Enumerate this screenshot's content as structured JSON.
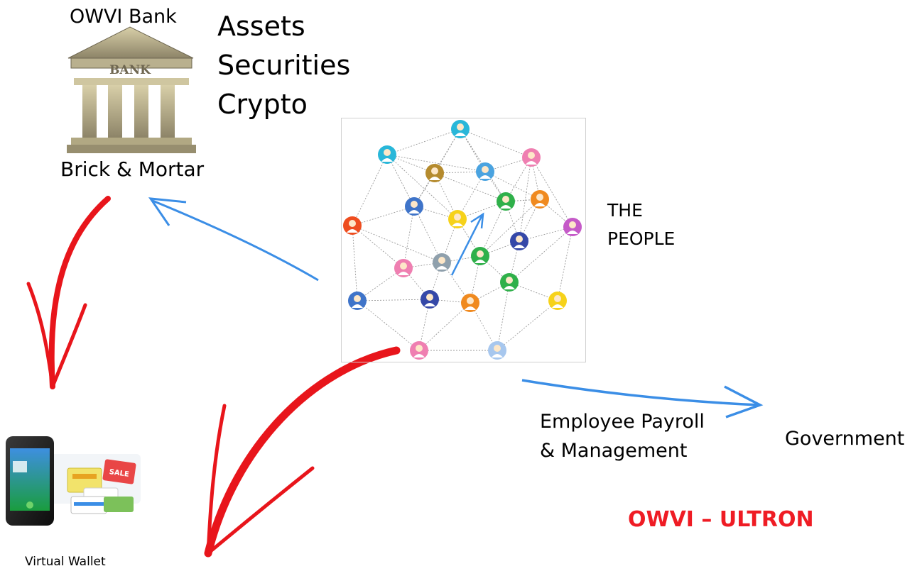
{
  "bank": {
    "name": "OWVI Bank",
    "facade_text": "BANK",
    "caption": "Brick & Mortar",
    "assets": [
      "Assets",
      "Securities",
      "Crypto"
    ]
  },
  "people": {
    "label_lines": [
      "THE",
      "PEOPLE"
    ]
  },
  "payroll": {
    "label_lines": [
      "Employee Payroll",
      "& Management"
    ]
  },
  "government": {
    "label": "Government"
  },
  "brand": {
    "label": "OWVI – ULTRON",
    "color": "#ef1c24"
  },
  "wallet": {
    "label": "Virtual Wallet",
    "card_text": "SALE"
  },
  "colors": {
    "red_arrow": "#e8151b",
    "blue_arrow": "#3b8ee6",
    "network_line": "#9a9a9a"
  }
}
